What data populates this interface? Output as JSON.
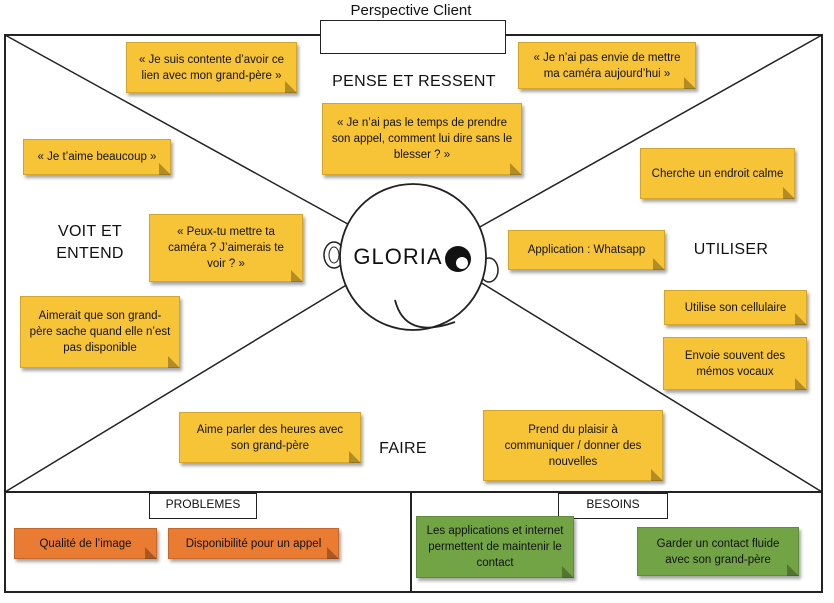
{
  "header": {
    "title": "Perspective Client"
  },
  "person": {
    "name": "GLORIA"
  },
  "sections": {
    "think_feel": "PENSE ET RESSENT",
    "see_hear_line1": "VOIT ET",
    "see_hear_line2": "ENTEND",
    "use": "UTILISER",
    "do": "FAIRE"
  },
  "notes": {
    "think1": "« Je suis contente d’avoir ce lien avec mon grand-père »",
    "think2": "« Je n’ai pas envie de mettre ma caméra aujourd’hui »",
    "think3": "« Je n’ai pas le temps de prendre son appel, comment lui dire sans le blesser ? »",
    "see1": "« Je t’aime beaucoup »",
    "see2": "« Peux-tu mettre ta caméra ? J’aimerais te voir ? »",
    "see3": "Aimerait que son grand-père sache quand elle n’est pas disponible",
    "use1": "Cherche un endroit calme",
    "use2": "Application : Whatsapp",
    "use3": "Utilise son cellulaire",
    "use4": "Envoie souvent des mémos vocaux",
    "do1": "Aime parler des heures avec son grand-père",
    "do2": "Prend du plaisir à communiquer / donner des nouvelles"
  },
  "problems": {
    "title": "PROBLEMES",
    "items": [
      "Qualité de l’image",
      "Disponibilité pour un appel"
    ]
  },
  "needs": {
    "title": "BESOINS",
    "items": [
      "Les applications et internet permettent de maintenir le contact",
      "Garder un contact fluide avec son grand-père"
    ]
  },
  "colors": {
    "yellow_note": "#f7c437",
    "orange_note": "#ea7b33",
    "green_note": "#72a446",
    "line": "#222222"
  }
}
